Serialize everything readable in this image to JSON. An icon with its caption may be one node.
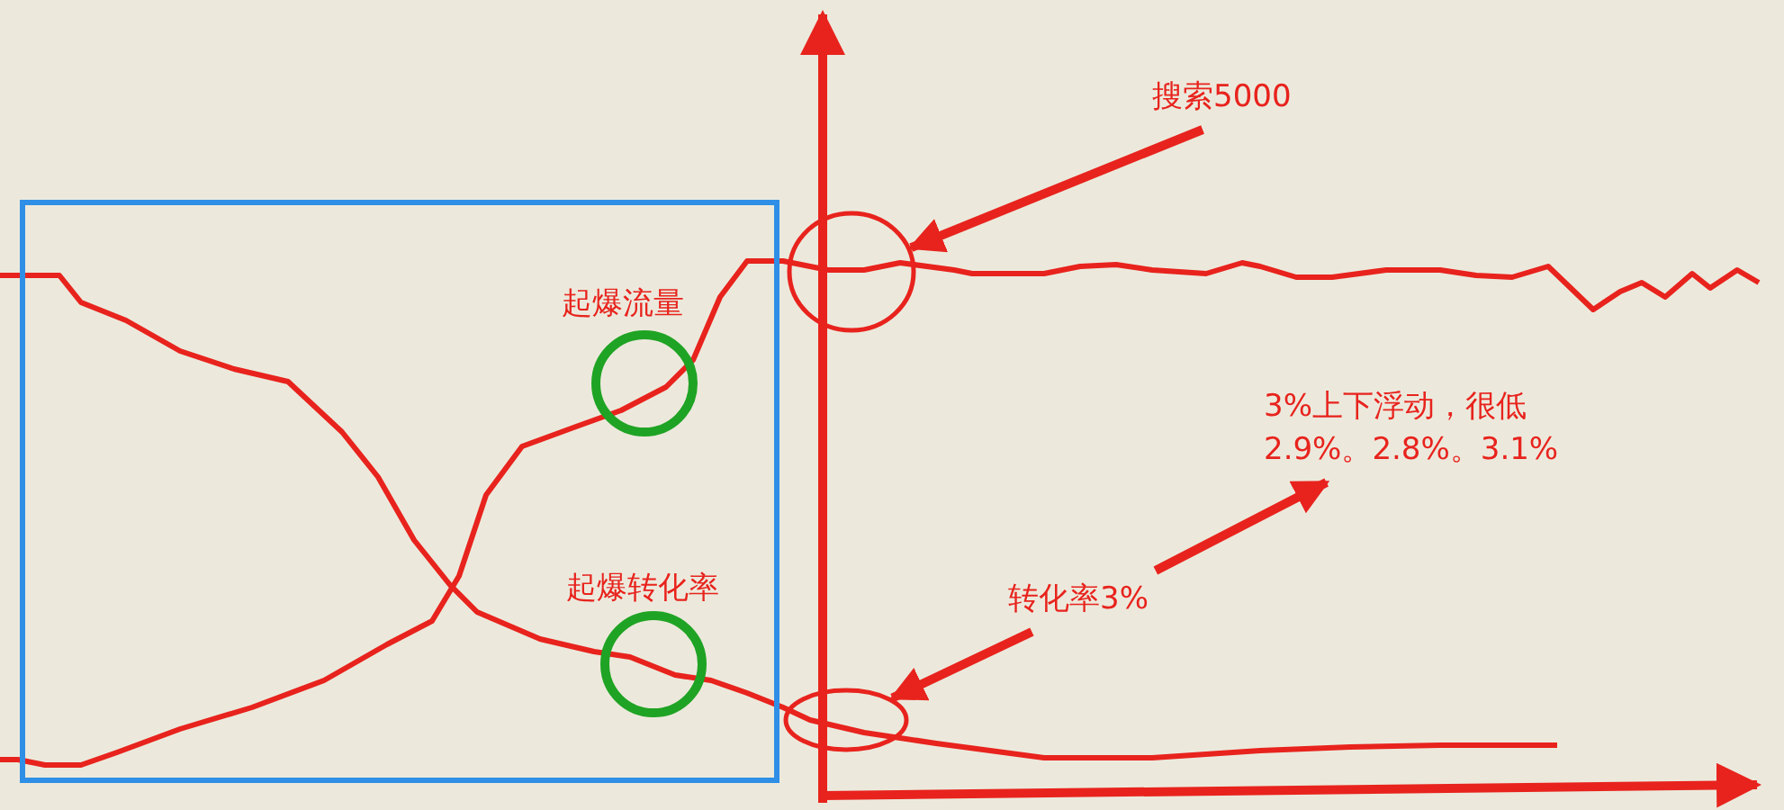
{
  "diagram": {
    "nodes": [
      {
        "text": [],
        "shape": "box"
      },
      {
        "text": [
          "起爆流量"
        ],
        "in": 0
      },
      {
        "text": [
          "起爆转化率"
        ],
        "in": 0
      },
      {
        "text": [
          "搜索5000"
        ]
      },
      {
        "text": [],
        "shape": "circle"
      },
      {
        "text": [
          "转化率3%"
        ]
      },
      {
        "text": [],
        "shape": "circle"
      },
      {
        "text": [
          "3%上下浮动，很低2.9%。2.8%。3.1%"
        ]
      }
    ],
    "edges": [
      {
        "from": 3,
        "to": 4,
        "arrow": "to"
      },
      {
        "from": 5,
        "to": 6,
        "arrow": "to"
      },
      {
        "from": 5,
        "to": 7,
        "arrow": "to"
      }
    ]
  }
}
